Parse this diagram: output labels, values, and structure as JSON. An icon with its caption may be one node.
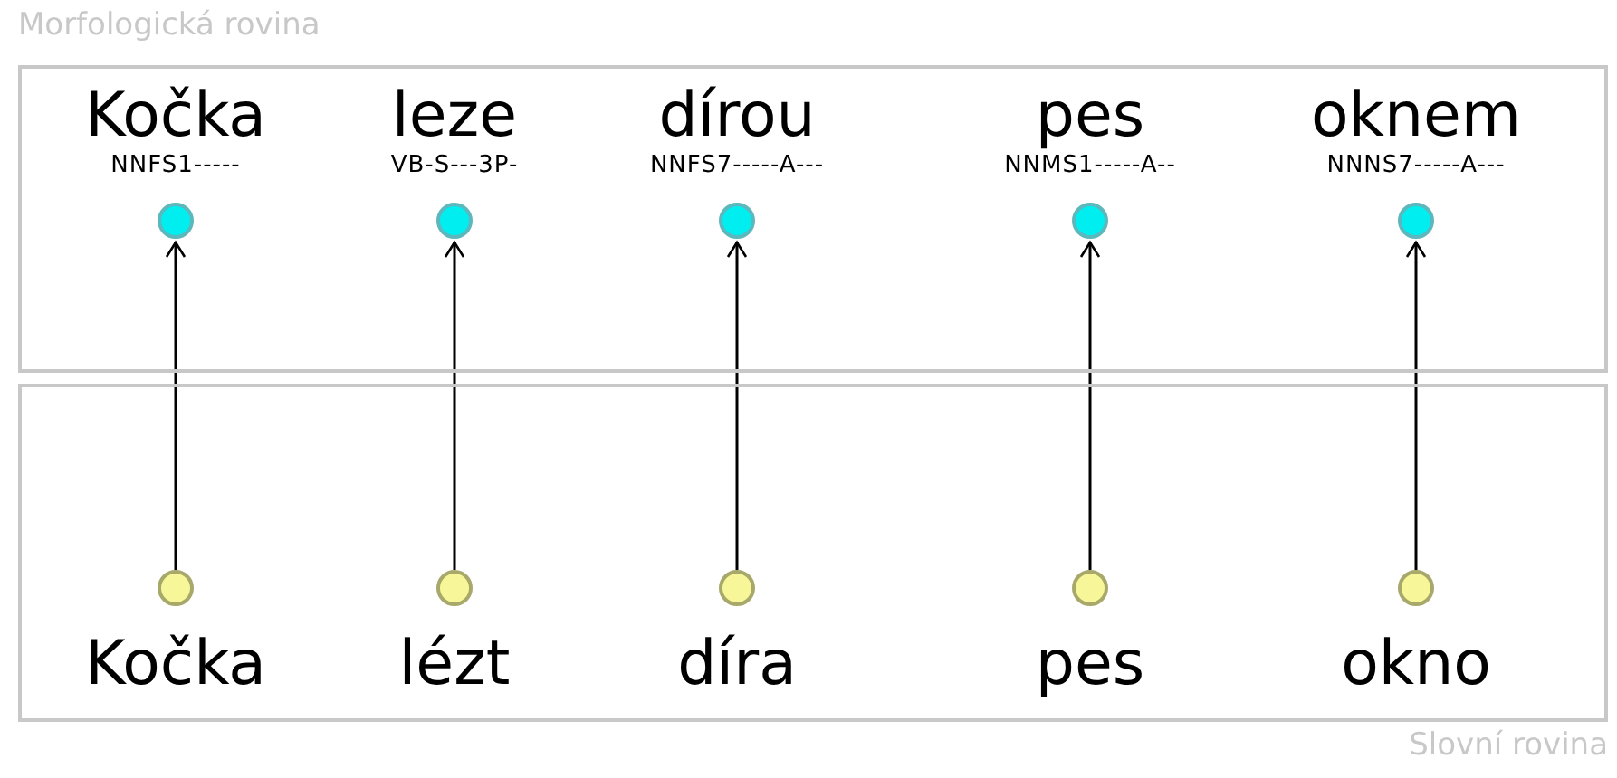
{
  "diagram": {
    "nodes": [
      {
        "text": [
          "Morfologická rovina"
        ]
      },
      {
        "text": [
          "Slovní rovina"
        ]
      },
      {
        "text": [
          "Kočka",
          "NNFS1-----"
        ],
        "in": 0
      },
      {
        "text": [
          "leze",
          "VB-S---3P-"
        ],
        "in": 0
      },
      {
        "text": [
          "dírou",
          "NNFS7-----A---"
        ],
        "in": 0
      },
      {
        "text": [
          "pes",
          "NNMS1-----A--"
        ],
        "in": 0
      },
      {
        "text": [
          "oknem",
          "NNNS7-----A---"
        ],
        "in": 0
      },
      {
        "text": [
          "Kočka"
        ],
        "in": 1
      },
      {
        "text": [
          "lézt"
        ],
        "in": 1
      },
      {
        "text": [
          "díra"
        ],
        "in": 1
      },
      {
        "text": [
          "pes"
        ],
        "in": 1
      },
      {
        "text": [
          "okno"
        ],
        "in": 1
      }
    ],
    "edges": [
      {
        "from": 7,
        "to": 2,
        "arrow": "to"
      },
      {
        "from": 8,
        "to": 3,
        "arrow": "to"
      },
      {
        "from": 9,
        "to": 4,
        "arrow": "to"
      },
      {
        "from": 10,
        "to": 5,
        "arrow": "to"
      },
      {
        "from": 11,
        "to": 6,
        "arrow": "to"
      }
    ]
  }
}
